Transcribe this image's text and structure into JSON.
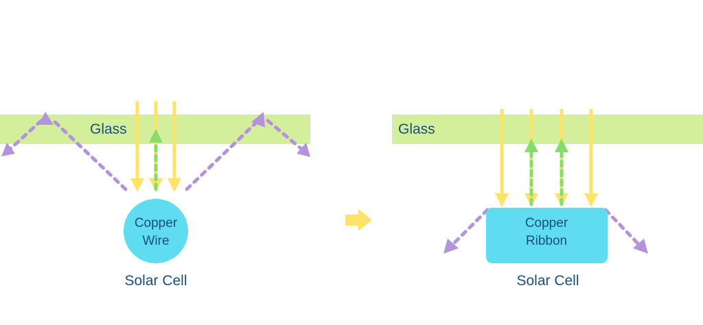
{
  "colors": {
    "glass": "#d4ef9c",
    "sun_ray": "#fde36a",
    "reflected_ray": "#87dd6a",
    "scattered_ray": "#b493de",
    "conductor": "#5fdcef",
    "text": "#1b4f7a",
    "arrow": "#fde36a"
  },
  "left": {
    "glass_label": "Glass",
    "conductor_label_line1": "Copper",
    "conductor_label_line2": "Wire",
    "cell_label": "Solar Cell"
  },
  "right": {
    "glass_label": "Glass",
    "conductor_label_line1": "Copper",
    "conductor_label_line2": "Ribbon",
    "cell_label": "Solar Cell"
  },
  "transition_icon": "right-arrow-icon"
}
